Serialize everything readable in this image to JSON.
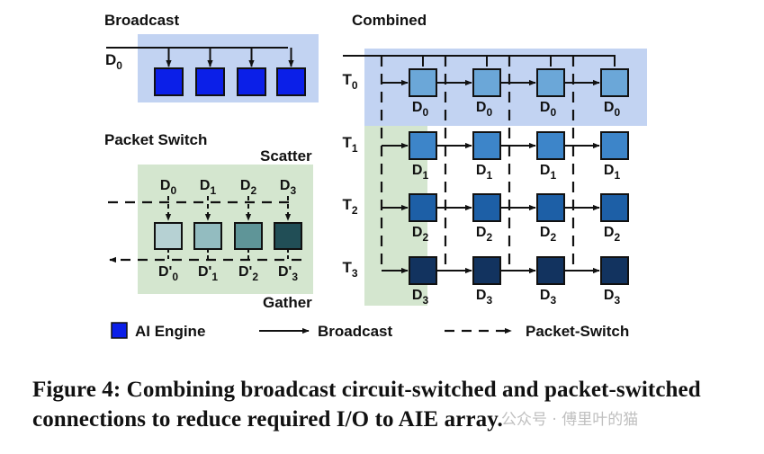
{
  "broadcast": {
    "title": "Broadcast",
    "input": "D",
    "input_sub": "0"
  },
  "packet_switch": {
    "title": "Packet Switch",
    "scatter": "Scatter",
    "gather": "Gather",
    "inputs": [
      {
        "base": "D",
        "sub": "0"
      },
      {
        "base": "D",
        "sub": "1"
      },
      {
        "base": "D",
        "sub": "2"
      },
      {
        "base": "D",
        "sub": "3"
      }
    ],
    "outputs": [
      {
        "base": "D'",
        "sub": "0"
      },
      {
        "base": "D'",
        "sub": "1"
      },
      {
        "base": "D'",
        "sub": "2"
      },
      {
        "base": "D'",
        "sub": "3"
      }
    ],
    "tile_colors": [
      "#b6d1d3",
      "#93bcc0",
      "#5f9598",
      "#214e56"
    ]
  },
  "combined": {
    "title": "Combined",
    "rows": [
      {
        "t": "T",
        "t_sub": "0",
        "d": "D",
        "d_sub": "0",
        "color": "#6ba7d8"
      },
      {
        "t": "T",
        "t_sub": "1",
        "d": "D",
        "d_sub": "1",
        "color": "#3d85c9"
      },
      {
        "t": "T",
        "t_sub": "2",
        "d": "D",
        "d_sub": "2",
        "color": "#1d5fa6"
      },
      {
        "t": "T",
        "t_sub": "3",
        "d": "D",
        "d_sub": "3",
        "color": "#12335f"
      }
    ]
  },
  "legend": {
    "ai_engine": "AI Engine",
    "broadcast": "Broadcast",
    "packet_switch": "Packet-Switch",
    "ai_engine_color": "#0b1fe8"
  },
  "caption": "Figure 4: Combining broadcast circuit-switched and packet-switched connections to reduce required I/O to AIE array.",
  "watermark": "公众号 · 傅里叶的猫",
  "colors": {
    "blue_bg": "#c2d3f2",
    "green_bg": "#d4e6cf"
  }
}
